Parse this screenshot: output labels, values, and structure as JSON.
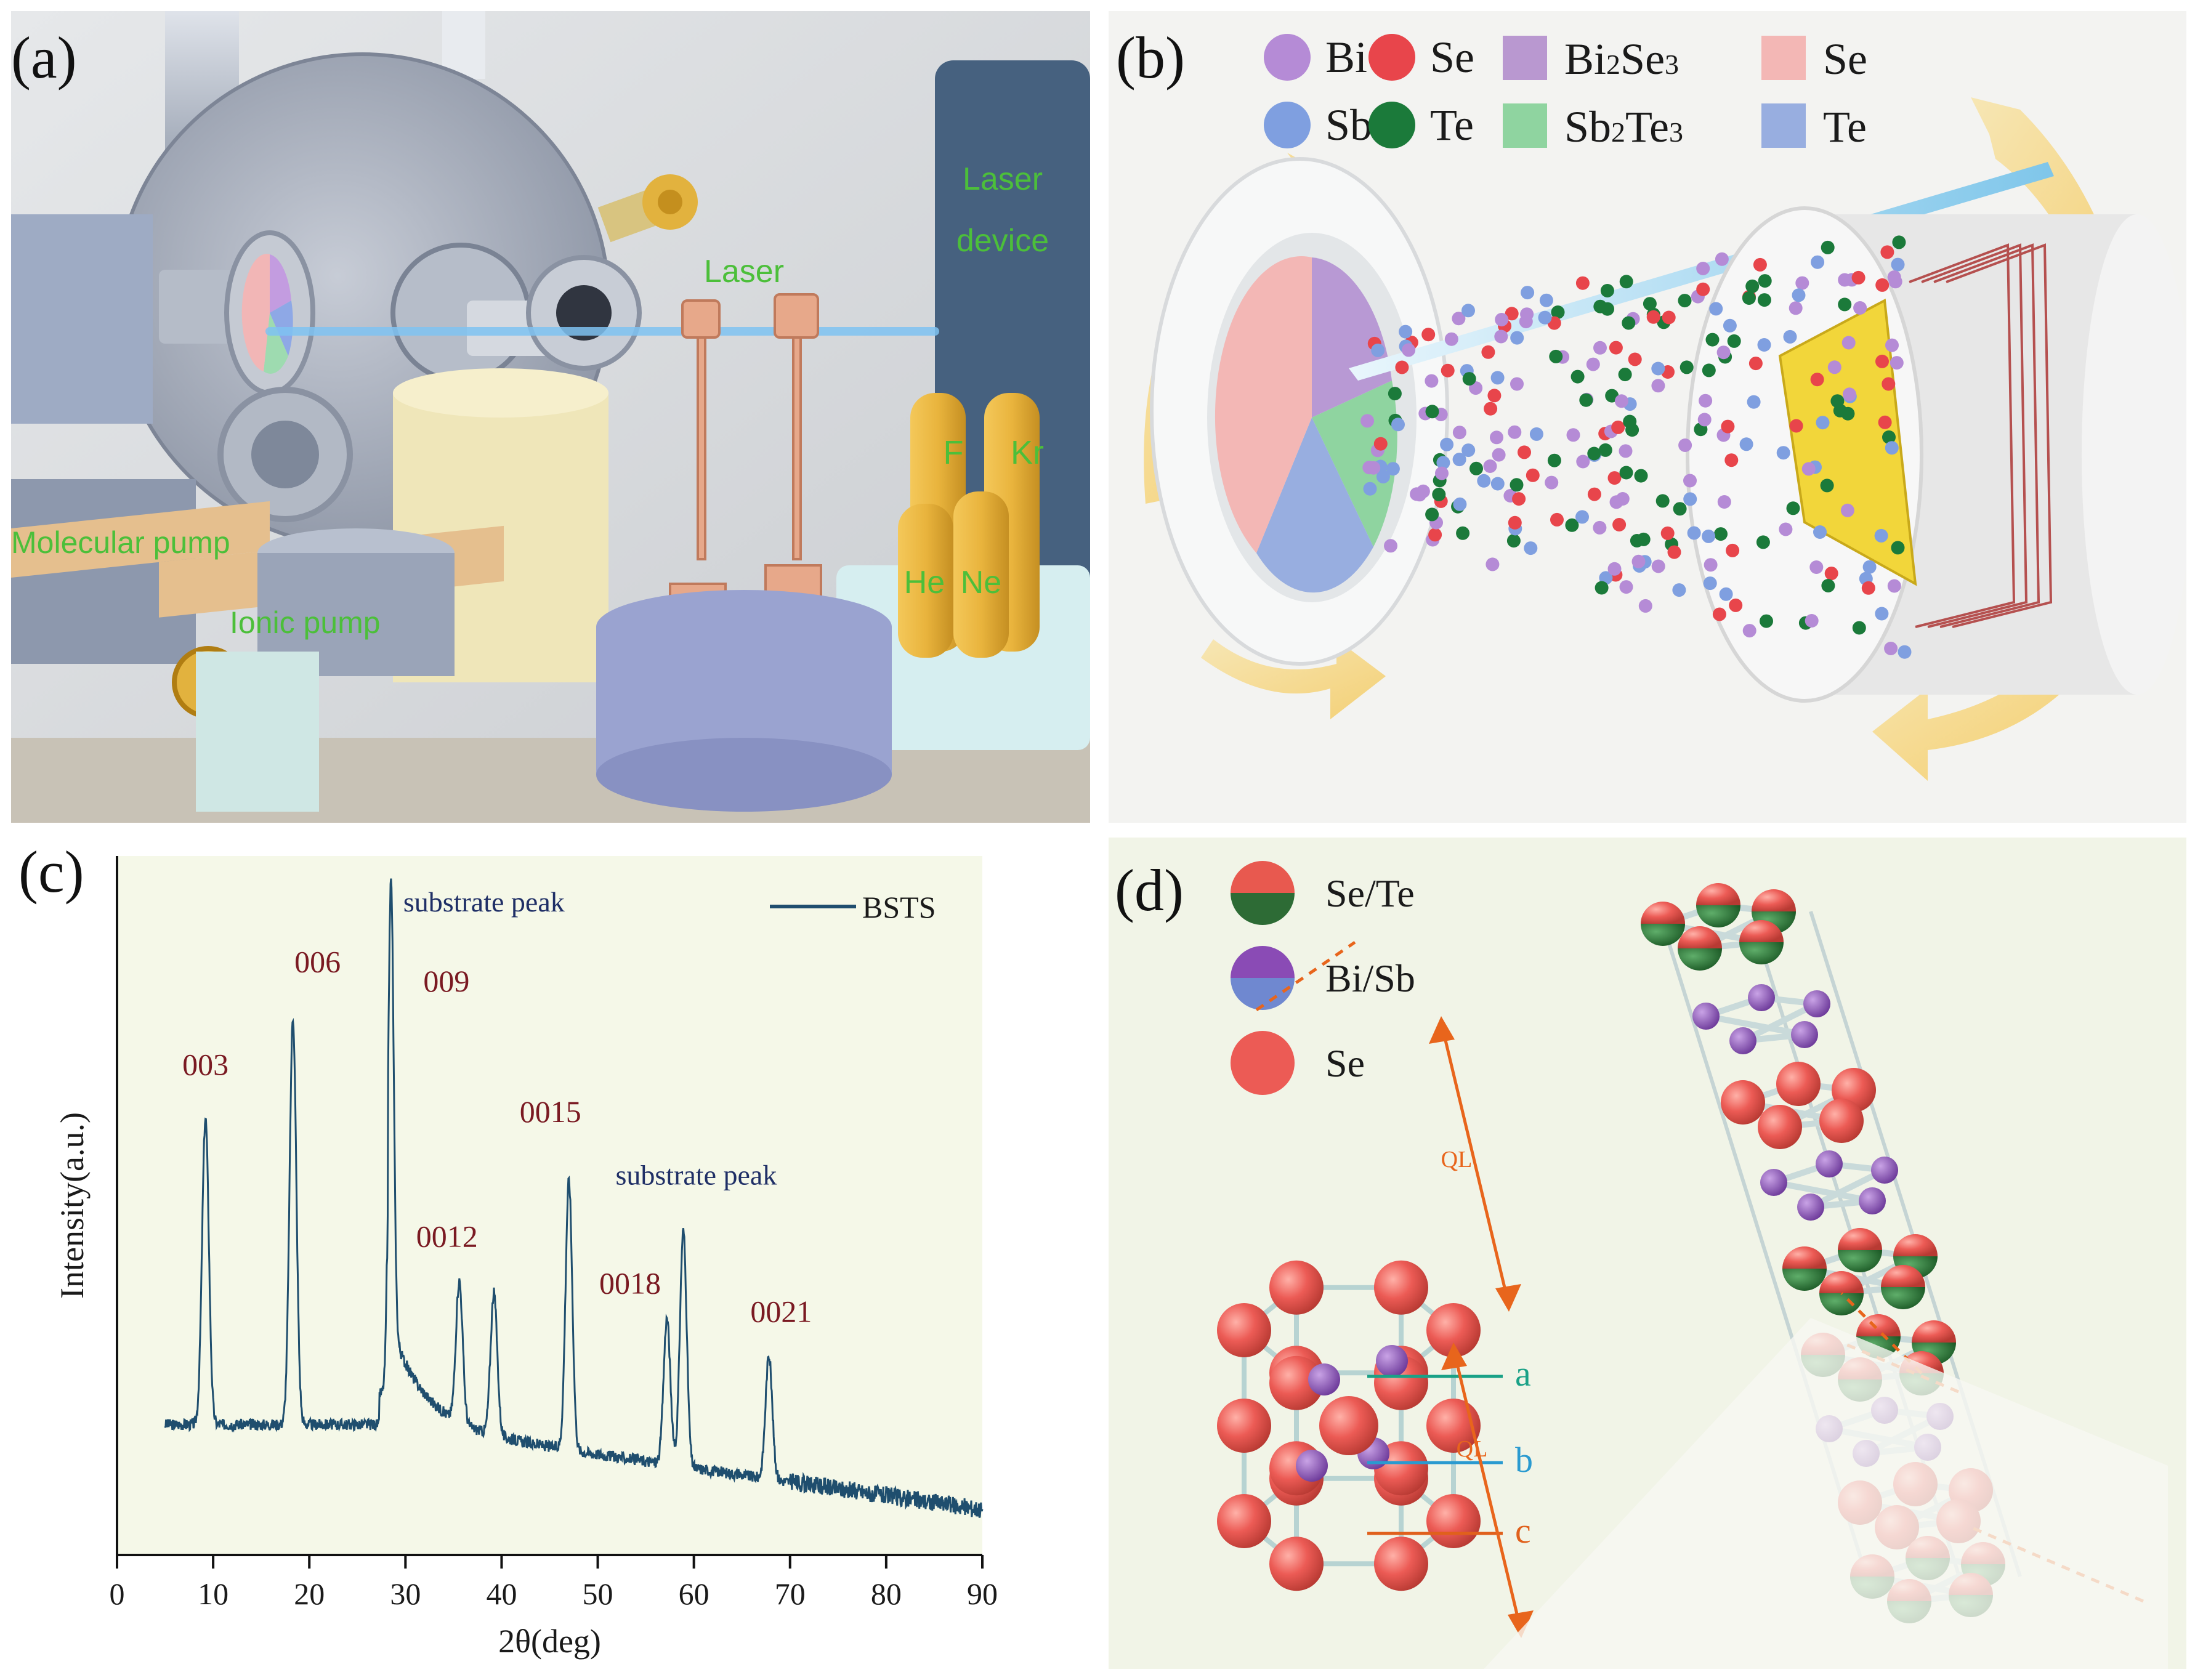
{
  "panels": {
    "a": {
      "label": "(a)"
    },
    "b": {
      "label": "(b)"
    },
    "c": {
      "label": "(c)"
    },
    "d": {
      "label": "(d)"
    }
  },
  "setup": {
    "laser": "Laser",
    "laser_device_line1": "Laser",
    "laser_device_line2": "device",
    "molecular_pump": "Molecular pump",
    "ionic_pump": "Ionic pump",
    "gases": [
      "F",
      "Kr",
      "He",
      "Ne"
    ]
  },
  "plume_legend": {
    "atoms": [
      {
        "label": "Bi",
        "color": "#b58bd6"
      },
      {
        "label": "Se",
        "color": "#e8454b"
      },
      {
        "label": "Sb",
        "color": "#7f9fe0"
      },
      {
        "label": "Te",
        "color": "#1b7a3a"
      }
    ],
    "targets": [
      {
        "main": "Bi",
        "sub1": "2",
        "mid": "Se",
        "sub2": "3",
        "color": "#b998d0"
      },
      {
        "main": "Se",
        "sub1": "",
        "mid": "",
        "sub2": "",
        "color": "#f3b7b5"
      },
      {
        "main": "Sb",
        "sub1": "2",
        "mid": "Te",
        "sub2": "3",
        "color": "#8fd4a0"
      },
      {
        "main": "Te",
        "sub1": "",
        "mid": "",
        "sub2": "",
        "color": "#98aee0"
      }
    ]
  },
  "chart_data": {
    "type": "line",
    "series": [
      {
        "name": "BSTS",
        "color": "#1f4e6e"
      }
    ],
    "xlabel": "2θ(deg)",
    "ylabel": "Intensity(a.u.)",
    "xlim": [
      0,
      90
    ],
    "xticks": [
      0,
      10,
      20,
      30,
      40,
      50,
      60,
      70,
      80,
      90
    ],
    "peaks": [
      {
        "x": 9.2,
        "label": "003",
        "height": 0.62
      },
      {
        "x": 18.3,
        "label": "006",
        "height": 0.78
      },
      {
        "x": 28.5,
        "label": "009",
        "height": 1.0
      },
      {
        "x": 35.6,
        "label": "0012",
        "height": 0.36
      },
      {
        "x": 39.2,
        "label": "",
        "height": 0.34
      },
      {
        "x": 47.0,
        "label": "0015",
        "height": 0.52
      },
      {
        "x": 57.2,
        "label": "0018",
        "height": 0.3
      },
      {
        "x": 58.9,
        "label": "",
        "height": 0.44
      },
      {
        "x": 67.8,
        "label": "0021",
        "height": 0.24
      }
    ],
    "annotations": [
      {
        "text": "substrate peak",
        "near_x": 28.5
      },
      {
        "text": "substrate peak",
        "near_x": 58.9
      }
    ],
    "background": "#f5f8e8"
  },
  "crystal": {
    "legend": [
      {
        "label": "Se/Te",
        "top": "#e8594f",
        "bottom": "#2d6b35"
      },
      {
        "label": "Bi/Sb",
        "top": "#8a4bb5",
        "bottom": "#6f88d0"
      },
      {
        "label": "Se",
        "top": "#ec5b55",
        "bottom": "#ec5b55"
      }
    ],
    "axes": [
      "a",
      "b",
      "c"
    ],
    "ql": [
      "QL",
      "QL"
    ]
  }
}
